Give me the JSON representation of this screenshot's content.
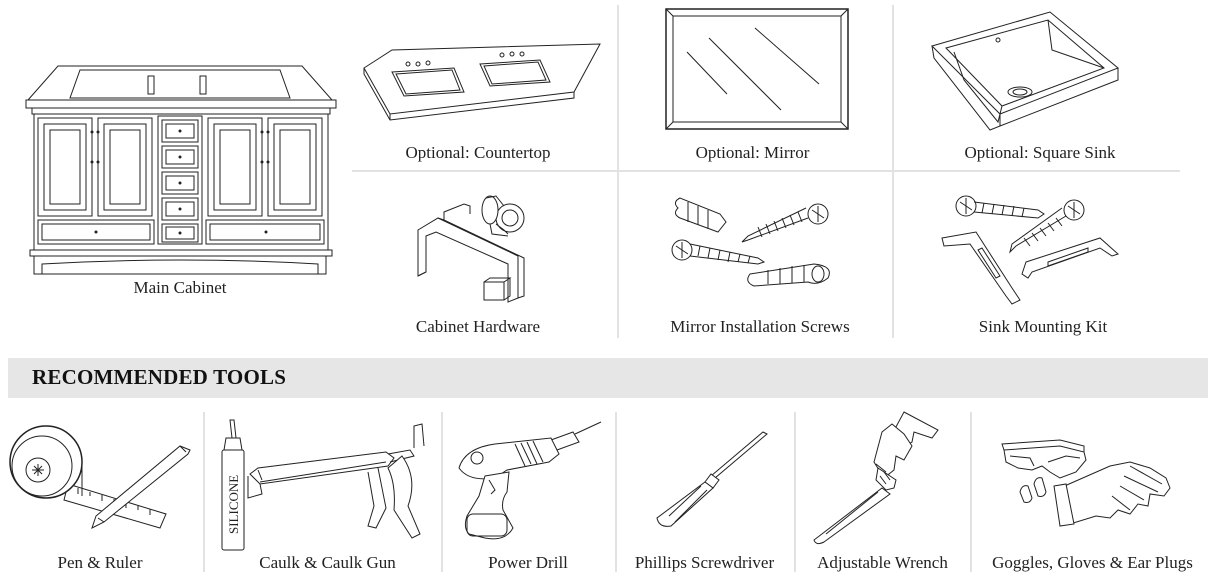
{
  "parts": {
    "main_cabinet": "Main Cabinet",
    "countertop": "Optional: Countertop",
    "mirror": "Optional: Mirror",
    "square_sink": "Optional: Square Sink",
    "cabinet_hardware": "Cabinet Hardware",
    "mirror_screws": "Mirror Installation Screws",
    "sink_mounting_kit": "Sink Mounting Kit"
  },
  "tools_section": {
    "title": "RECOMMENDED TOOLS",
    "tools": [
      "Pen & Ruler",
      "Caulk & Caulk Gun",
      "Power Drill",
      "Phillips Screwdriver",
      "Adjustable Wrench",
      "Goggles, Gloves & Ear Plugs"
    ],
    "caulk_tube_text": "SILICONE"
  }
}
